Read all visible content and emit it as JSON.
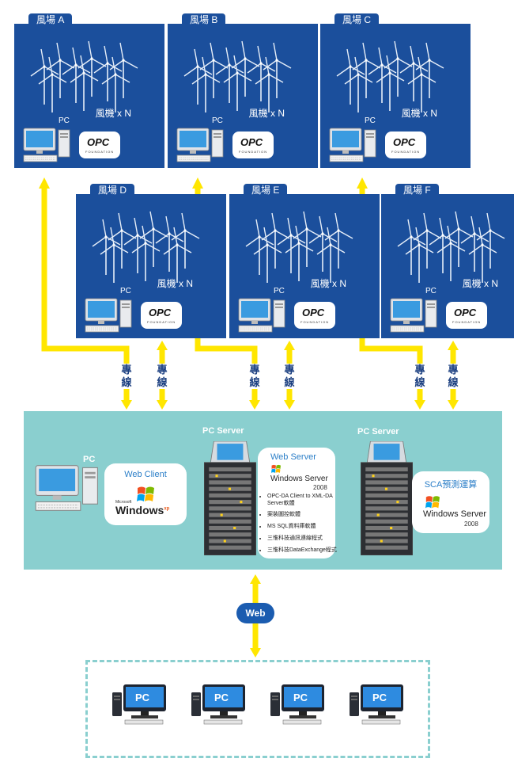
{
  "farms": [
    {
      "id": "a",
      "name": "風場 A",
      "count": "風機 x N",
      "pc": "PC"
    },
    {
      "id": "b",
      "name": "風場 B",
      "count": "風機 x N",
      "pc": "PC"
    },
    {
      "id": "c",
      "name": "風場 C",
      "count": "風機 x N",
      "pc": "PC"
    },
    {
      "id": "d",
      "name": "風場 D",
      "count": "風機 x N",
      "pc": "PC"
    },
    {
      "id": "e",
      "name": "風場 E",
      "count": "風機 x N",
      "pc": "PC"
    },
    {
      "id": "f",
      "name": "風場 F",
      "count": "風機 x N",
      "pc": "PC"
    }
  ],
  "opc": {
    "logo": "OPC",
    "sub": "FOUNDATION"
  },
  "link_label": "專線",
  "server_zone": {
    "pc_label": "PC",
    "web_client": {
      "title": "Web Client",
      "os_brand": "Microsoft",
      "os_name": "Windows",
      "os_sup": "xp"
    },
    "server1": {
      "label": "PC Server",
      "card_title": "Web Server",
      "os_name": "Windows Server",
      "os_year": "2008",
      "items": [
        "OPC-DA Client to XML-DA Server軟體",
        "案裝圖控軟體",
        "MS SQL資料庫軟體",
        "三惟科技通訊連線程式",
        "三惟科技DataExchange程式"
      ]
    },
    "server2": {
      "label": "PC Server",
      "card_title": "SCA預測運算",
      "os_name": "Windows Server",
      "os_year": "2008"
    }
  },
  "web_badge": "Web",
  "clients": [
    {
      "label": "PC"
    },
    {
      "label": "PC"
    },
    {
      "label": "PC"
    },
    {
      "label": "PC"
    }
  ],
  "colors": {
    "farm_bg": "#1b4f9c",
    "arrow": "#ffe600",
    "zone": "#8acfcf",
    "link_text": "#1b3f80",
    "web_badge": "#1b5cb0"
  }
}
